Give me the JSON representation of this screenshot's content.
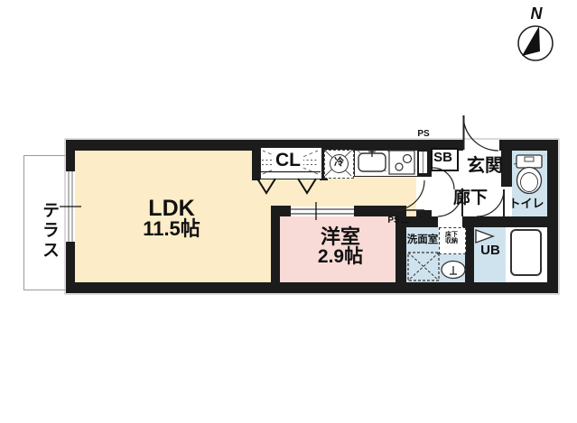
{
  "colors": {
    "wall": "#1c1c1c",
    "ldk_fill": "#fcecc7",
    "western_fill": "#f8dbd7",
    "wet_fill": "#cfe3ee",
    "line": "#333333"
  },
  "compass": {
    "north_label": "N"
  },
  "labels": {
    "terrace": "テラス",
    "ldk_name": "LDK",
    "ldk_size": "11.5帖",
    "western_name": "洋室",
    "western_size": "2.9帖",
    "closet": "CL",
    "fridge": "冷",
    "shoe_box": "SB",
    "entrance": "玄関",
    "hallway": "廊下",
    "toilet": "トイレ",
    "washroom": "洗面室",
    "underfloor_line1": "床下",
    "underfloor_line2": "収納",
    "unit_bath": "UB",
    "pipe_space_top": "PS",
    "pipe_space_mid": "PS"
  }
}
